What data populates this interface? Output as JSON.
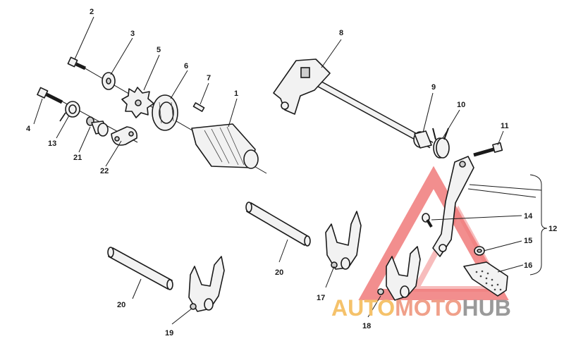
{
  "callouts": {
    "c1": "1",
    "c2": "2",
    "c3": "3",
    "c4": "4",
    "c5": "5",
    "c6": "6",
    "c7": "7",
    "c8": "8",
    "c9": "9",
    "c10": "10",
    "c11": "11",
    "c12": "12",
    "c13": "13",
    "c14": "14",
    "c15": "15",
    "c16": "16",
    "c17": "17",
    "c18": "18",
    "c19": "19",
    "c20a": "20",
    "c20b": "20",
    "c21": "21",
    "c22": "22"
  },
  "watermark": {
    "word1": "AUTO",
    "word2": "MOTO",
    "word3": "HUB",
    "colors": {
      "auto": "#f5c26b",
      "moto": "#f0a08a",
      "hub": "#9a9a9a",
      "triangle": "#f07a7a"
    }
  }
}
